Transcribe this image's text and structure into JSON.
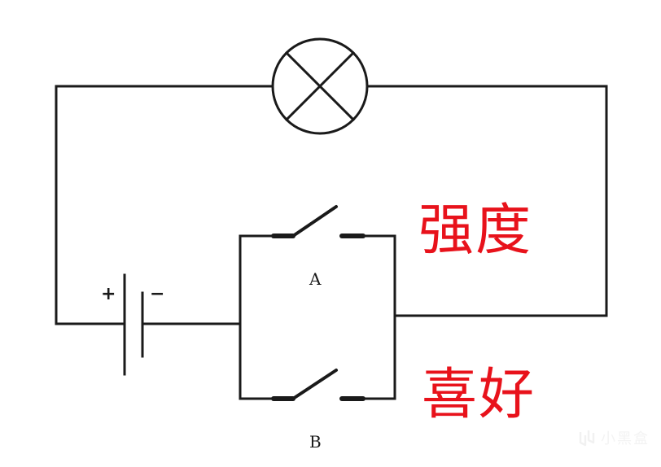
{
  "diagram": {
    "type": "circuit-schematic",
    "components": {
      "lamp": {
        "symbol": "circle-with-cross",
        "role": "load"
      },
      "battery": {
        "symbol": "cell",
        "positive_sign": "+",
        "negative_sign": "−"
      },
      "switch_a": {
        "label": "A",
        "state": "open",
        "connection": "parallel"
      },
      "switch_b": {
        "label": "B",
        "state": "open",
        "connection": "parallel"
      }
    },
    "annotations": {
      "top_label": "强度",
      "bottom_label": "喜好",
      "annotation_color": "#e8121b"
    },
    "line_color": "#1a1a1a",
    "background_color": "#ffffff"
  },
  "watermark": {
    "text": "小黑盒",
    "icon": "heybox-logo-icon"
  }
}
